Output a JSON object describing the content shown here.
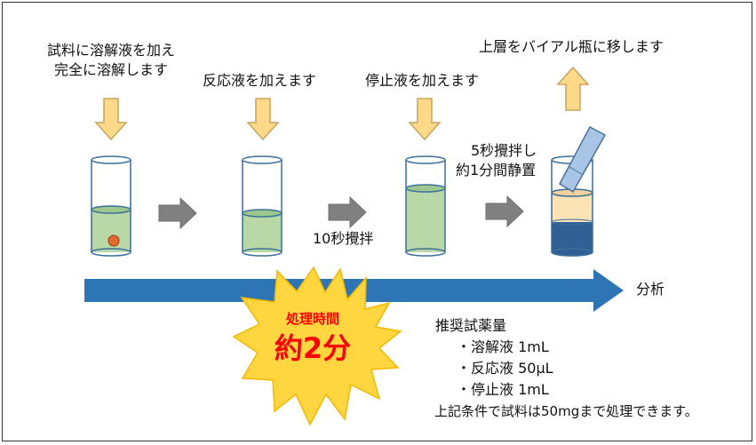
{
  "steps": [
    {
      "line1": "試料に溶解液を加え",
      "line2": "完全に溶解します"
    },
    {
      "line1": "反応液を加えます"
    },
    {
      "line1": "停止液を加えます"
    },
    {
      "line1": "上層をバイアル瓶に移します"
    }
  ],
  "notes": {
    "mix5_line1": "5秒攪拌し",
    "mix5_line2": "約1分間静置",
    "mix10": "10秒攪拌"
  },
  "timeline": {
    "end_label": "分析"
  },
  "badge": {
    "line1": "処理時間",
    "line2": "約2分"
  },
  "recommended": {
    "title": "推奨試薬量",
    "items": [
      "・溶解液 1mL",
      "・反応液 50μL",
      "・停止液 1mL"
    ],
    "footer": "上記条件で試料は50mgまで処理できます。"
  },
  "colors": {
    "frame": "#333333",
    "down_arrow_fill": "#ffd98a",
    "down_arrow_stroke": "#c8a45c",
    "gray_arrow": "#808080",
    "liquid_green": "#b8d8a8",
    "liquid_dark_blue": "#2f5f93",
    "liquid_beige": "#fbe3b5",
    "sample_orange": "#e06a30",
    "pipette_blue": "#a9c5e6",
    "timeline_blue": "#2e75b6",
    "badge_yellow": "#ffd640",
    "badge_text": "#ff0000"
  }
}
